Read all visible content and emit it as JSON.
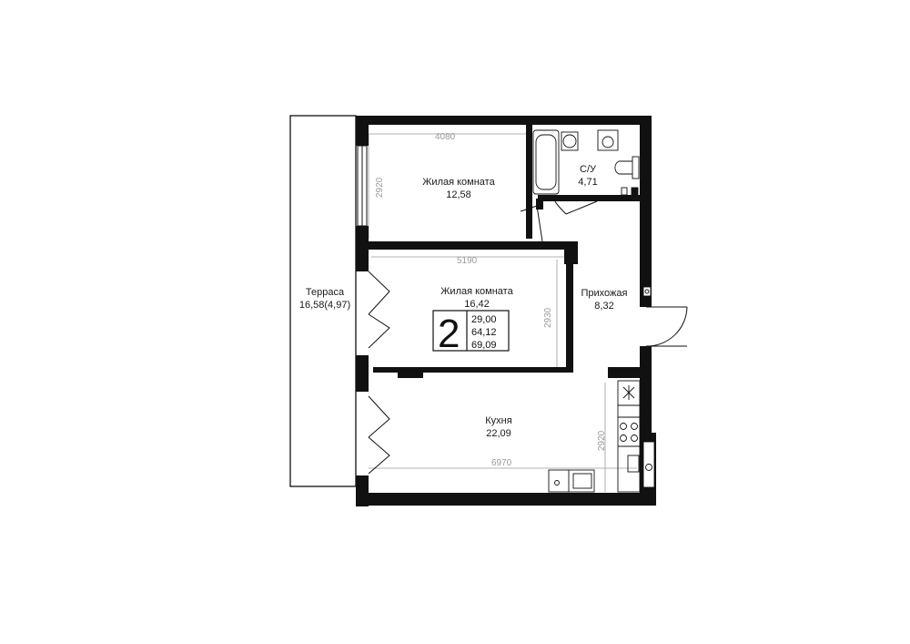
{
  "rooms": {
    "living1": {
      "name": "Жилая комната",
      "area": "12,58"
    },
    "living2": {
      "name": "Жилая комната",
      "area": "16,42"
    },
    "bath": {
      "name": "С/У",
      "area": "4,71"
    },
    "hall": {
      "name": "Прихожая",
      "area": "8,32"
    },
    "kitchen": {
      "name": "Кухня",
      "area": "22,09"
    },
    "terrace": {
      "name": "Терраса",
      "area": "16,58(4,97)"
    }
  },
  "dimensions": {
    "living1_w": "4080",
    "living1_h": "2920",
    "living2_w": "5190",
    "living2_h": "2930",
    "kitchen_w": "6970",
    "kitchen_h": "2920"
  },
  "summary": {
    "rooms": "2",
    "living_area": "29,00",
    "total_area": "64,12",
    "total_with_terrace": "69,09"
  }
}
